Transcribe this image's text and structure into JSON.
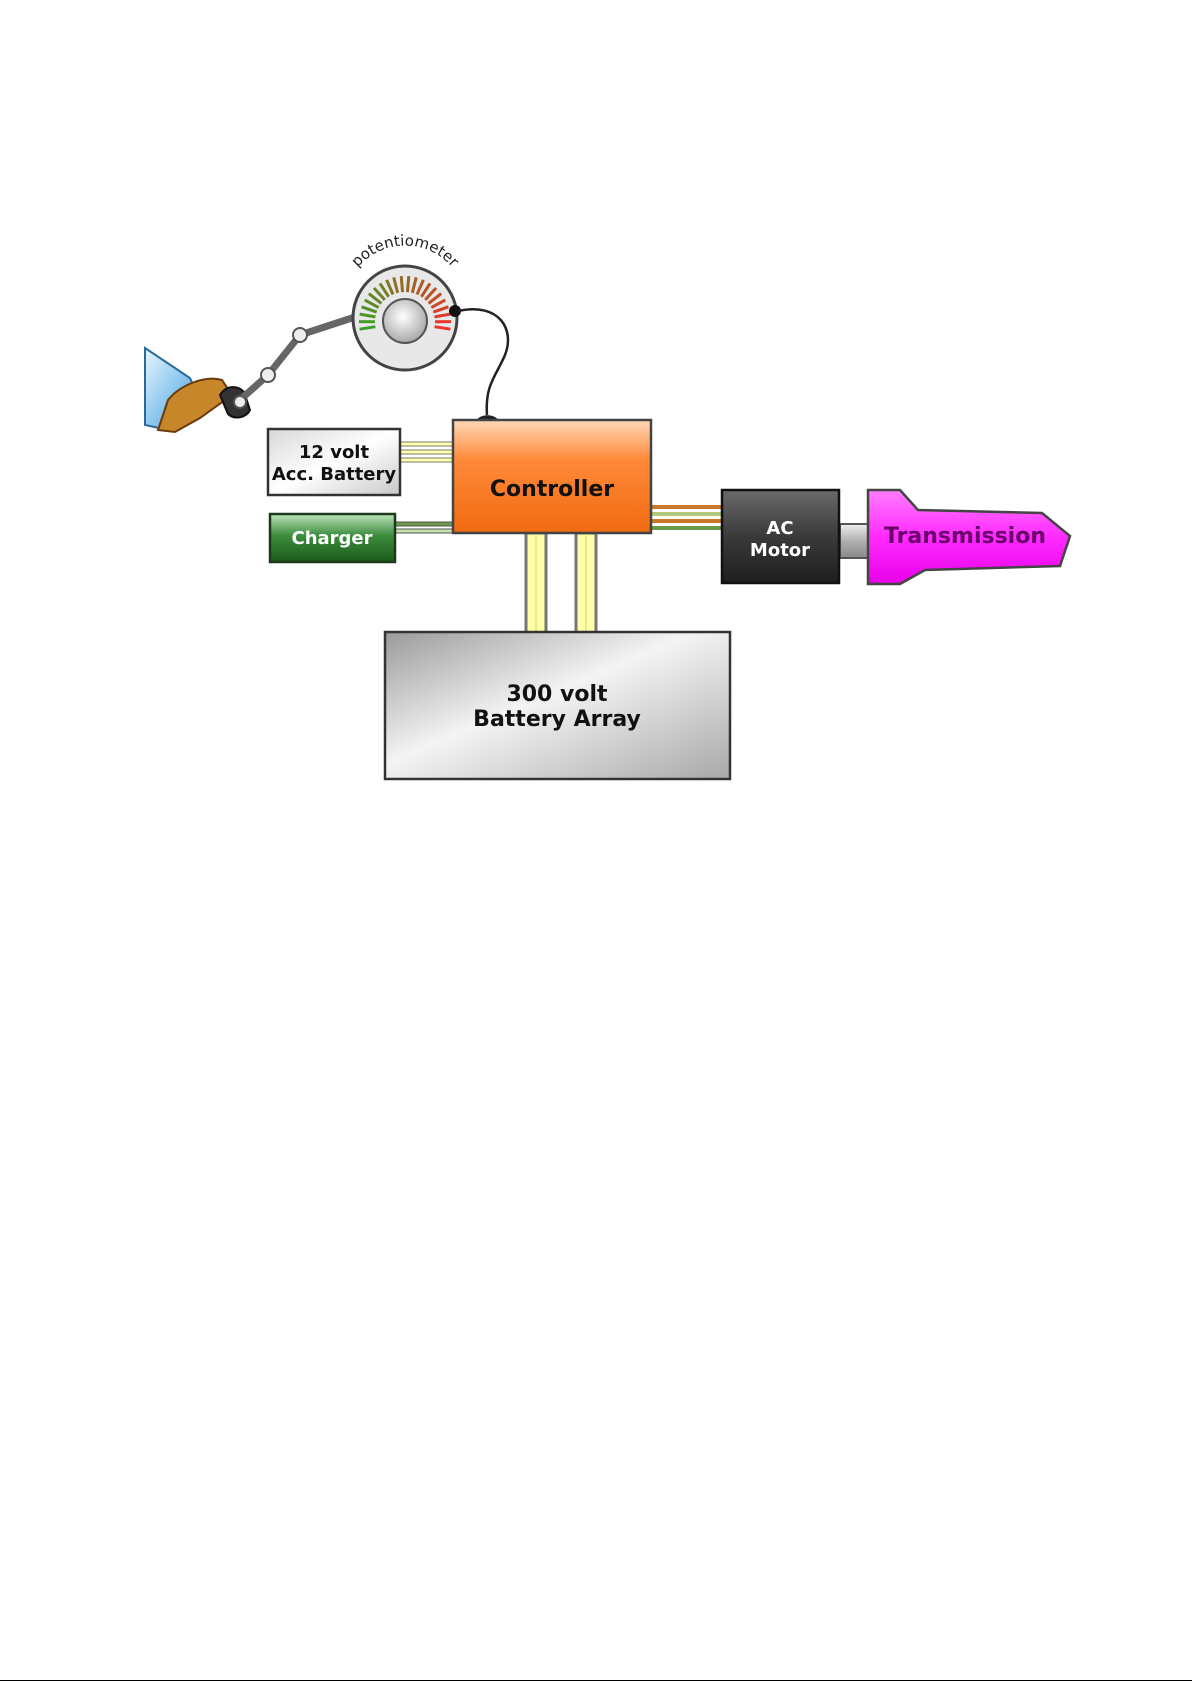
{
  "diagram": {
    "potentiometer": "potentiometer",
    "acc_battery": {
      "line1": "12 volt",
      "line2": "Acc. Battery"
    },
    "controller": "Controller",
    "charger": "Charger",
    "motor": {
      "line1": "AC",
      "line2": "Motor"
    },
    "transmission": "Transmission",
    "battery_array": {
      "line1": "300 volt",
      "line2": "Battery Array"
    }
  },
  "colors": {
    "controller": "#ff7a2a",
    "charger": "#2a7a2a",
    "transmission": "#ff2bff",
    "motor": "#333333",
    "battery": "#b8b8b8",
    "wire_yellow": "#ffffa8",
    "wire_green": "#6a9a4a",
    "wire_orange": "#c8782a"
  }
}
